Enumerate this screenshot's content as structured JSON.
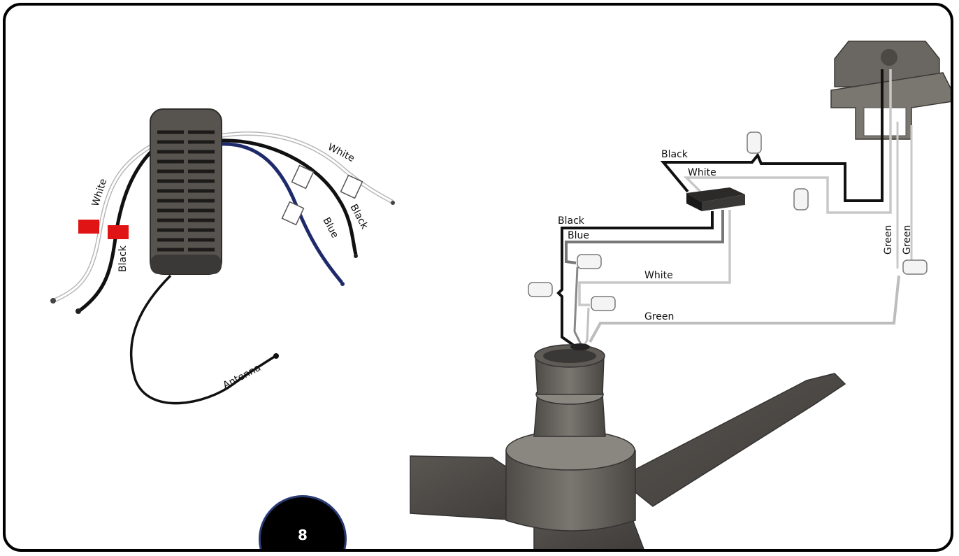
{
  "left_diagram": {
    "labels": {
      "white_left": "White",
      "black_left": "Black",
      "white_right": "White",
      "black_right": "Black",
      "blue": "Blue",
      "antenna": "Antenna"
    }
  },
  "right_diagram": {
    "labels": {
      "black_top": "Black",
      "white_top": "White",
      "black_mid": "Black",
      "blue_mid": "Blue",
      "white_mid": "White",
      "green_bottom": "Green",
      "green_vert_1": "Green",
      "green_vert_2": "Green"
    }
  },
  "page_number": "8",
  "colors": {
    "wire_black": "#111111",
    "wire_white": "#c8c8c8",
    "wire_blue": "#1f2a6b",
    "wire_gray": "#6e6e6e",
    "tape_red": "#e01414",
    "receiver_body": "#575450",
    "fan_body": "#6a6661",
    "badge_bg": "#000000",
    "badge_border": "#2a3a73"
  }
}
